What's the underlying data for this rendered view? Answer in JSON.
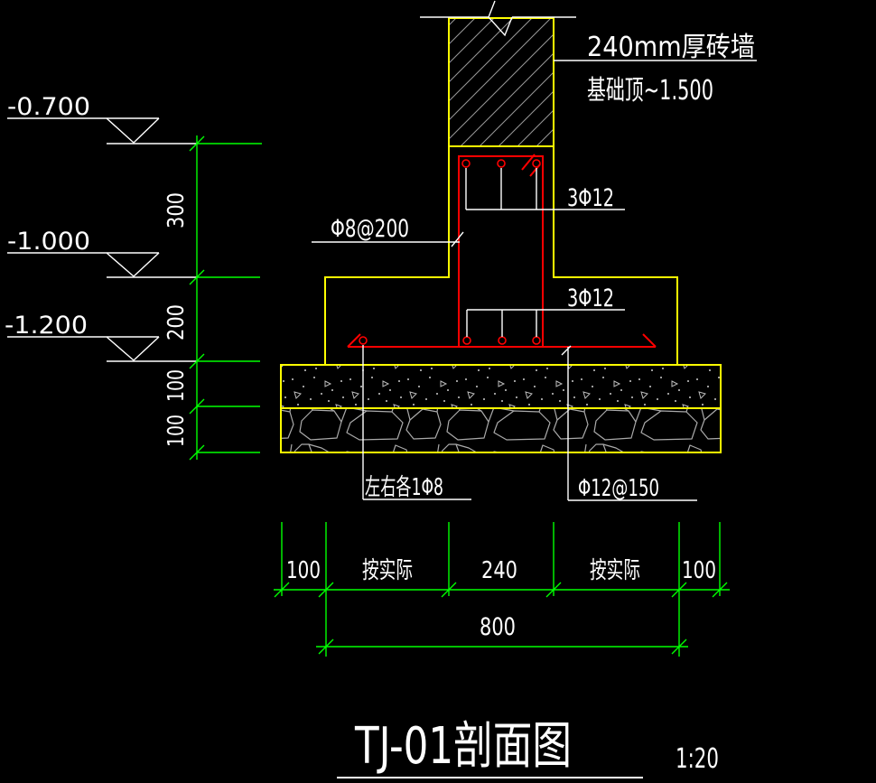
{
  "title": {
    "text": "TJ-01剖面图",
    "scale": "1:20"
  },
  "wall_note": {
    "line1": "240mm厚砖墙",
    "line2": "基础顶~1.500"
  },
  "elevations": {
    "e1": "-0.700",
    "e2": "-1.000",
    "e3": "-1.200"
  },
  "vertical_dims": {
    "v1": "300",
    "v2": "200",
    "v3": "100",
    "v4": "100"
  },
  "rebar_labels": {
    "stirrup": "Φ8@200",
    "top_bars": "3Φ12",
    "bottom_bars": "3Φ12",
    "side_bars": "左右各1Φ8",
    "bottom_mesh": "Φ12@150"
  },
  "horizontal_dims": {
    "s1": "100",
    "s2": "按实际",
    "s3": "240",
    "s4": "按实际",
    "s5": "100",
    "total": "800"
  },
  "colors": {
    "background": "#000000",
    "outline": "#ffff00",
    "rebar": "#ff0000",
    "dimension": "#00ff00",
    "text": "#ffffff",
    "hatch": "#999999"
  }
}
